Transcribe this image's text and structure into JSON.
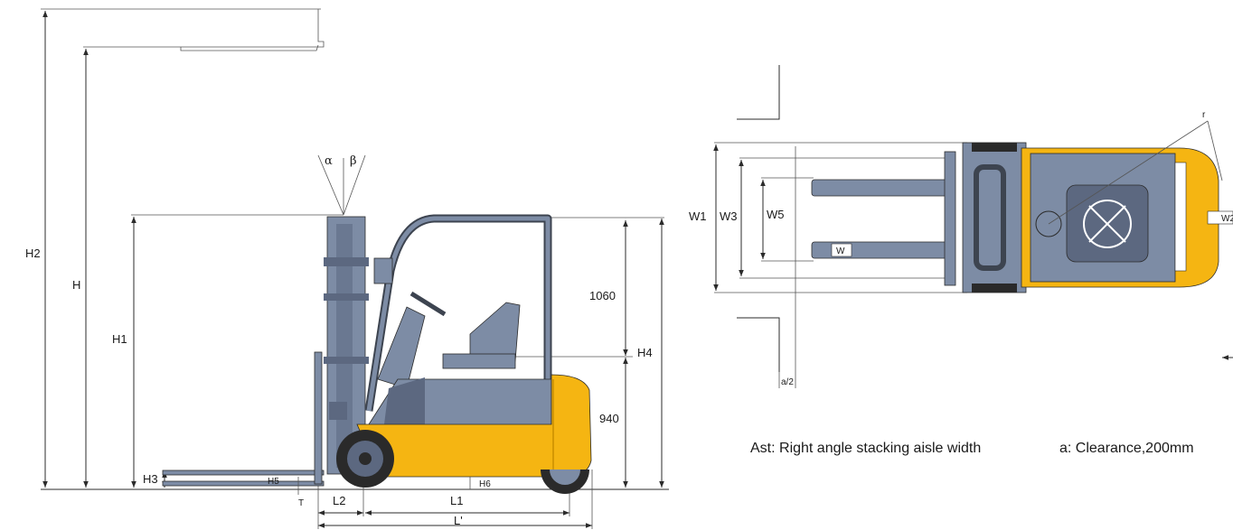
{
  "colors": {
    "body_yellow": "#f5b512",
    "chassis_gray": "#7d8ca5",
    "dark_gray": "#3d4450",
    "tire": "#2a2a2a",
    "line": "#2b2b2b"
  },
  "side_view": {
    "angle_alpha": "α",
    "angle_beta": "β",
    "h2": "H2",
    "h": "H",
    "h1": "H1",
    "h3": "H3",
    "h5": "H5",
    "h6": "H6",
    "h4": "H4",
    "t": "T",
    "l2": "L2",
    "l1": "L1",
    "l_prime": "L'",
    "dim_1060": "1060",
    "dim_940": "940"
  },
  "top_view": {
    "w1": "W1",
    "w3": "W3",
    "w5": "W5",
    "w": "W",
    "w2": "W2",
    "a2": "a/2",
    "r": "r"
  },
  "legend": {
    "ast": "Ast:  Right angle stacking aisle width",
    "clearance": "a: Clearance,200mm"
  }
}
